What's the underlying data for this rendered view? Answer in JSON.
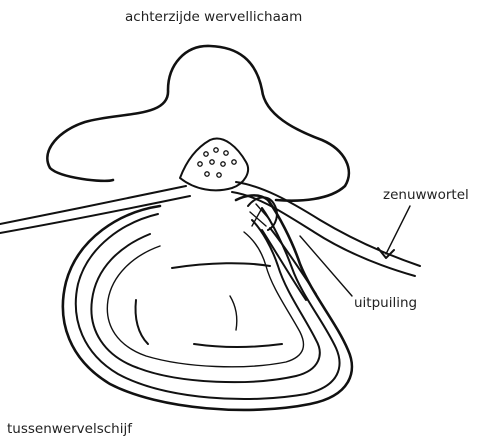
{
  "labels": {
    "vertebral_body_back": "achterzijde wervellichaam",
    "nerve_root": "zenuwwortel",
    "bulge": "uitpuiling",
    "disc": "tussenwervelschijf"
  },
  "colors": {
    "ink": "#111111",
    "label_text": "#222222",
    "background": "#ffffff"
  }
}
